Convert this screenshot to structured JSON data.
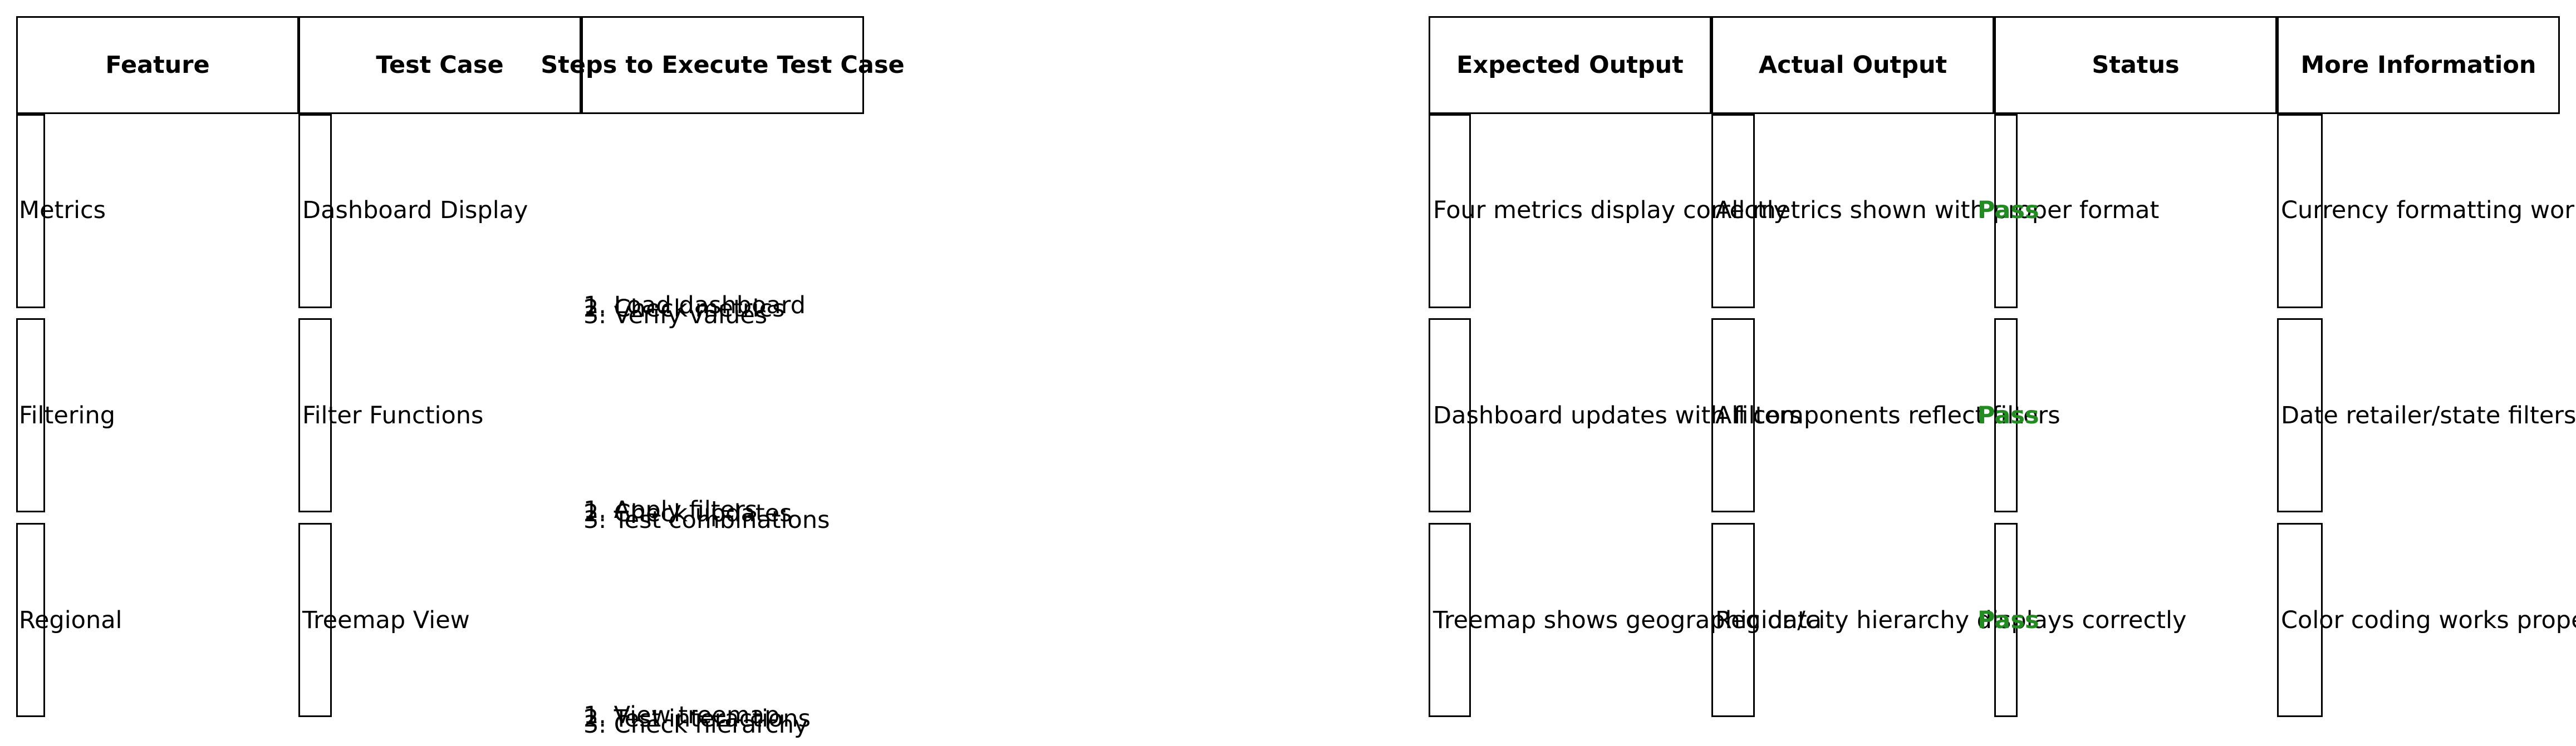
{
  "headers": {
    "feature": "Feature",
    "test_case": "Test Case",
    "steps": "Steps to Execute Test Case",
    "expected": "Expected Output",
    "actual": "Actual Output",
    "status": "Status",
    "more_info": "More Information"
  },
  "rows": [
    {
      "feature": "Metrics",
      "test_case": "Dashboard Display",
      "steps": [
        "1. Load dashboard",
        "2. Check metrics",
        "3. Verify values"
      ],
      "expected": "Four metrics display correctly",
      "actual": "All metrics shown with proper format",
      "status": "Pass",
      "more_info": "Currency formatting works"
    },
    {
      "feature": "Filtering",
      "test_case": "Filter Functions",
      "steps": [
        "1. Apply filters",
        "2. Check updates",
        "3. Test combinations"
      ],
      "expected": "Dashboard updates with filters",
      "actual": "All components reflect filters",
      "status": "Pass",
      "more_info": "Date retailer/state filters work"
    },
    {
      "feature": "Regional",
      "test_case": "Treemap View",
      "steps": [
        "1. View treemap",
        "2. Test interactions",
        "3. Check hierarchy"
      ],
      "expected": "Treemap shows geographic data",
      "actual": "Region/city hierarchy displays correctly",
      "status": "Pass",
      "more_info": "Color coding works properly"
    }
  ],
  "colors": {
    "pass": "#228b22",
    "border": "#000000"
  }
}
